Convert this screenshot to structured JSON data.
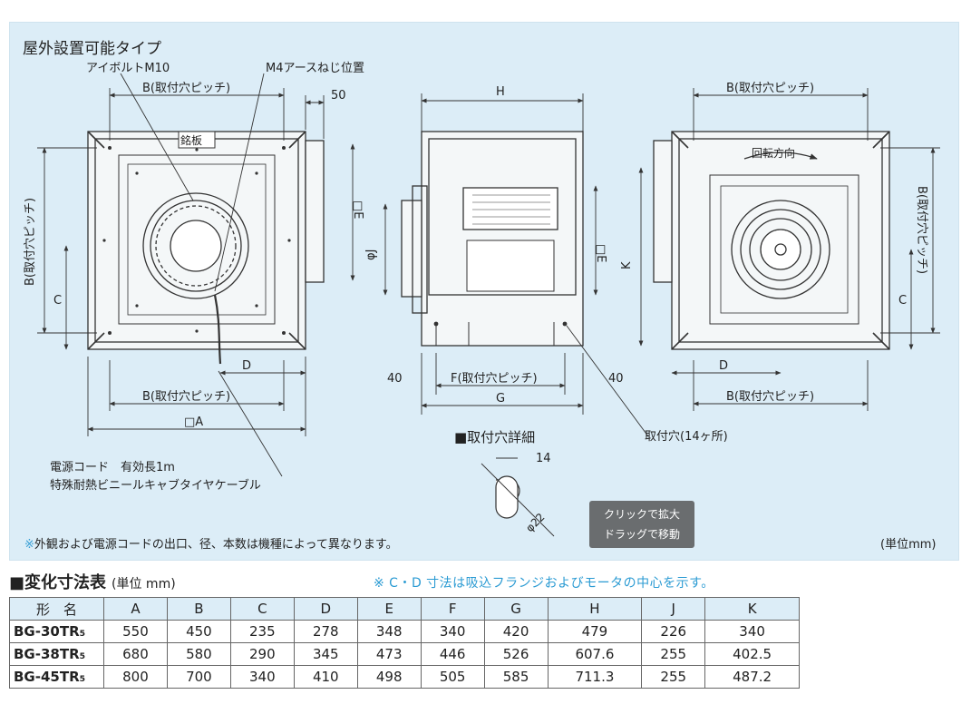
{
  "diagram": {
    "title": "屋外設置可能タイプ",
    "labels": {
      "eyebolt": "アイボルトM10",
      "m4_earth": "M4アースねじ位置",
      "b_pitch": "B(取付穴ピッチ)",
      "dim_50": "50",
      "nameplate": "銘板",
      "e": "□E",
      "c": "C",
      "d": "D",
      "a": "□A",
      "h": "H",
      "phi_j": "φJ",
      "k": "K",
      "dim_40": "40",
      "f_pitch": "F(取付穴ピッチ)",
      "g": "G",
      "rotation": "回転方向",
      "mount_hole": "取付穴(14ヶ所)",
      "hole_detail": "■取付穴詳細",
      "dim_14": "14",
      "phi_22": "φ22",
      "cord1": "電源コード　有効長1m",
      "cord2": "特殊耐熱ビニールキャブタイヤケーブル"
    },
    "note_mark": "※",
    "note": "外観および電源コードの出口、径、本数は機種によって異なります。",
    "unit": "(単位mm)",
    "zoom_line1": "クリックで拡大",
    "zoom_line2": "ドラッグで移動"
  },
  "table": {
    "title_mark": "■",
    "title": "変化寸法表",
    "unit": "(単位 mm)",
    "note": "※ C・D 寸法は吸込フランジおよびモータの中心を示す。",
    "headers": [
      "形　名",
      "A",
      "B",
      "C",
      "D",
      "E",
      "F",
      "G",
      "H",
      "J",
      "K"
    ],
    "rows": [
      [
        "BG-30TR₅",
        "550",
        "450",
        "235",
        "278",
        "348",
        "340",
        "420",
        "479",
        "226",
        "340"
      ],
      [
        "BG-38TR₅",
        "680",
        "580",
        "290",
        "345",
        "473",
        "446",
        "526",
        "607.6",
        "255",
        "402.5"
      ],
      [
        "BG-45TR₅",
        "800",
        "700",
        "340",
        "410",
        "498",
        "505",
        "585",
        "711.3",
        "255",
        "487.2"
      ]
    ]
  },
  "colors": {
    "panel": "#dcedf7",
    "note": "#2b9bd3",
    "line": "#333333"
  }
}
